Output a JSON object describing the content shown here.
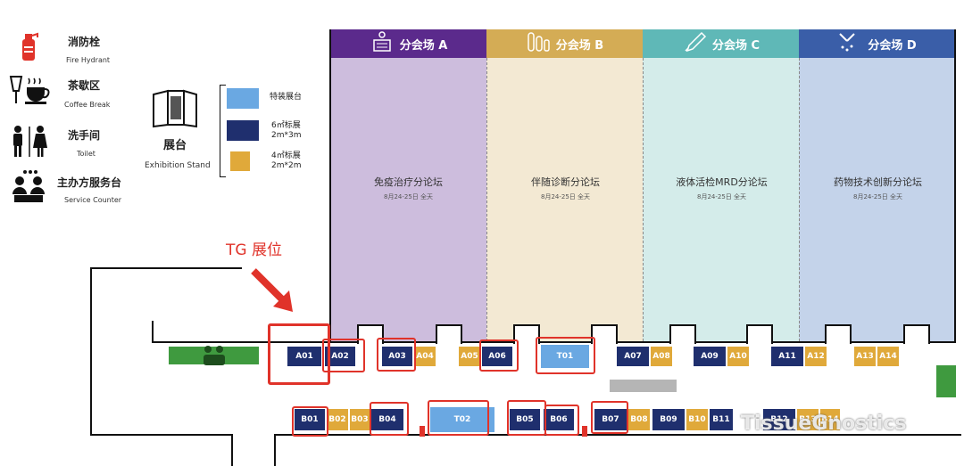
{
  "legend": {
    "fire_hydrant": {
      "cn": "消防栓",
      "en": "Fire Hydrant",
      "icon": "fire-extinguisher-icon"
    },
    "coffee_break": {
      "cn": "茶歇区",
      "en": "Coffee Break",
      "icon": "coffee-cup-icon"
    },
    "toilet": {
      "cn": "洗手间",
      "en": "Toilet",
      "icon": "toilet-icon"
    },
    "service": {
      "cn": "主办方服务台",
      "en": "Service Counter",
      "icon": "service-counter-icon"
    },
    "stand": {
      "cn": "展台",
      "en": "Exhibition Stand",
      "icon": "booklet-icon"
    },
    "booth_types": {
      "special": "特装展台",
      "six_a": "6㎡标展",
      "six_b": "2m*3m",
      "four_a": "4㎡标展",
      "four_b": "2m*2m"
    }
  },
  "annotation": {
    "label": "TG 展位",
    "color": "#e0332a"
  },
  "halls": [
    {
      "name": "分会场 A",
      "forum": "免疫治疗分论坛",
      "date": "8月24-25日 全天",
      "header_color": "#5b2a8c",
      "body_color": "#cdbddd",
      "icon": "presenter-icon"
    },
    {
      "name": "分会场 B",
      "forum": "伴随诊断分论坛",
      "date": "8月24-25日 全天",
      "header_color": "#d4ac55",
      "body_color": "#f3e9d3",
      "icon": "lab-tubes-icon"
    },
    {
      "name": "分会场 C",
      "forum": "液体活检MRD分论坛",
      "date": "8月24-25日 全天",
      "header_color": "#5fb8b7",
      "body_color": "#d4ecea",
      "icon": "pipette-icon"
    },
    {
      "name": "分会场 D",
      "forum": "药物技术创新分论坛",
      "date": "8月24-25日 全天",
      "header_color": "#3a5ea8",
      "body_color": "#c4d3ea",
      "icon": "molecule-icon"
    }
  ],
  "booths_a": {
    "A01": "A01",
    "A02": "A02",
    "A03": "A03",
    "A04": "A04",
    "A05": "A05",
    "A06": "A06",
    "T01": "T01",
    "A07": "A07",
    "A08": "A08",
    "A09": "A09",
    "A10": "A10",
    "A11": "A11",
    "A12": "A12",
    "A13": "A13",
    "A14": "A14"
  },
  "booths_b": {
    "B01": "B01",
    "B02": "B02",
    "B03": "B03",
    "B04": "B04",
    "T02": "T02",
    "B05": "B05",
    "B06": "B06",
    "B07": "B07",
    "B08": "B08",
    "B09": "B09",
    "B10": "B10",
    "B11": "B11",
    "B12": "B12",
    "B13": "B13",
    "B14": "B14"
  },
  "watermark": "TissueGnostics",
  "colors": {
    "navy": "#1f2f6e",
    "gold": "#e0a93a",
    "light_blue": "#6aa8e2",
    "highlight": "#e0332a",
    "green": "#3f9a3f"
  }
}
